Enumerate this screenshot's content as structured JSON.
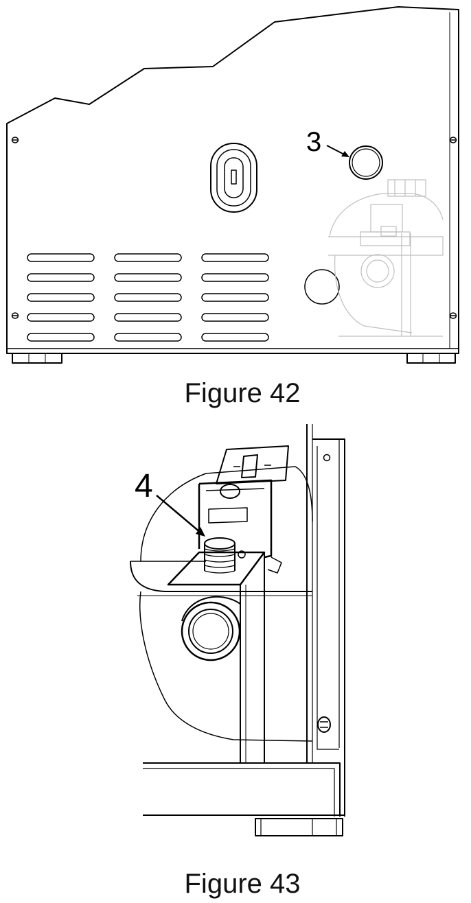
{
  "figures": [
    {
      "caption": "Figure 42",
      "callout": "3",
      "parts": [
        "drain-plug-hole",
        "handle-cutout",
        "vent-slots",
        "compressor-ghost",
        "feet",
        "screws"
      ]
    },
    {
      "caption": "Figure 43",
      "callout": "4",
      "parts": [
        "threaded-drain-fitting",
        "bracket",
        "compressor",
        "side-panel",
        "base",
        "foot"
      ]
    }
  ]
}
